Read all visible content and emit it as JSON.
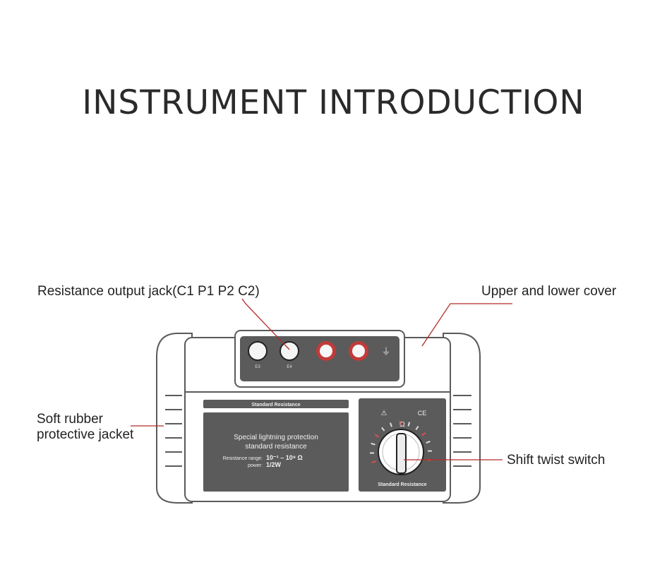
{
  "title": "INSTRUMENT INTRODUCTION",
  "callouts": {
    "jack": "Resistance output jack(C1 P1 P2 C2)",
    "cover": "Upper and lower cover",
    "jacket_line1": "Soft rubber",
    "jacket_line2": "protective jacket",
    "switch": "Shift twist switch"
  },
  "device": {
    "label_panel_header": "Standard Resistance",
    "label_line1": "Special lightning protection",
    "label_line2": "standard resistance",
    "range_label": "Resistance range:",
    "range_value": "10⁻¹ – 10⁹ Ω",
    "power_label": "power:",
    "power_value": "1/2W",
    "jack_labels": [
      "E3",
      "E4",
      "",
      ""
    ],
    "ground_symbol": "⏚",
    "warning_symbol": "⚠",
    "ce_mark": "CE",
    "omega_symbol": "Ω",
    "dial_footer": "Standard Resistance"
  },
  "colors": {
    "body_stroke": "#5a5a5a",
    "panel_dark": "#5b5b5b",
    "jack_red": "#c23a3a",
    "leader_red": "#b52a2a"
  }
}
